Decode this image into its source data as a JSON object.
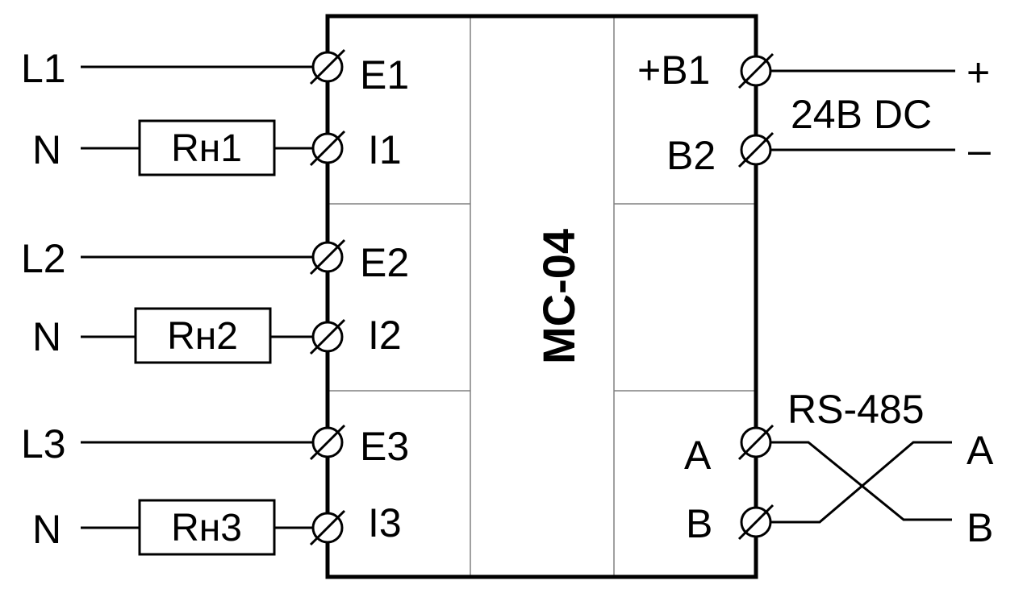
{
  "device": {
    "title": "MC-04"
  },
  "inputs": [
    {
      "line": "L1",
      "neutral": "N",
      "resistor": "Rн1",
      "e_terminal": "E1",
      "i_terminal": "I1"
    },
    {
      "line": "L2",
      "neutral": "N",
      "resistor": "Rн2",
      "e_terminal": "E2",
      "i_terminal": "I2"
    },
    {
      "line": "L3",
      "neutral": "N",
      "resistor": "Rн3",
      "e_terminal": "E3",
      "i_terminal": "I3"
    }
  ],
  "power": {
    "terminal_plus": "+B1",
    "terminal_minus": "B2",
    "label": "24B DC",
    "plus_sign": "+",
    "minus_sign": "–"
  },
  "rs485": {
    "label": "RS-485",
    "terminal_a": "A",
    "terminal_b": "B",
    "out_a": "A",
    "out_b": "B"
  },
  "colors": {
    "line": "#000000",
    "divider": "#808080",
    "background": "#ffffff"
  }
}
